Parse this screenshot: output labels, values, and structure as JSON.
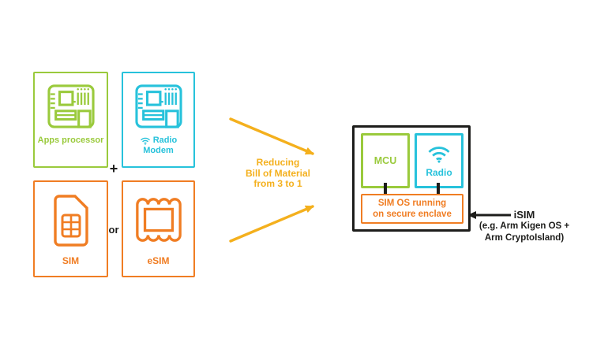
{
  "left_group": {
    "apps_processor": {
      "label": "Apps processor"
    },
    "radio_modem": {
      "line1": "Radio",
      "line2": "Modem"
    },
    "plus_sign": "+",
    "sim": {
      "label": "SIM"
    },
    "or_text": "or",
    "esim": {
      "label": "eSIM"
    }
  },
  "middle": {
    "caption": {
      "line1": "Reducing",
      "line2": "Bill of Material",
      "line3": "from 3 to 1"
    }
  },
  "right_group": {
    "mcu": {
      "label": "MCU"
    },
    "radio": {
      "label": "Radio"
    },
    "sim_os": {
      "line1": "SIM OS running",
      "line2": "on secure enclave"
    }
  },
  "callout": {
    "title": "iSIM",
    "subtitle_line1": "(e.g. Arm Kigen OS +",
    "subtitle_line2": "Arm CryptoIsland)"
  },
  "colors": {
    "green": "#9aca3c",
    "cyan": "#27c2db",
    "orange": "#f07d23",
    "yellow": "#f4b01d",
    "ink": "#1d1d1b"
  }
}
